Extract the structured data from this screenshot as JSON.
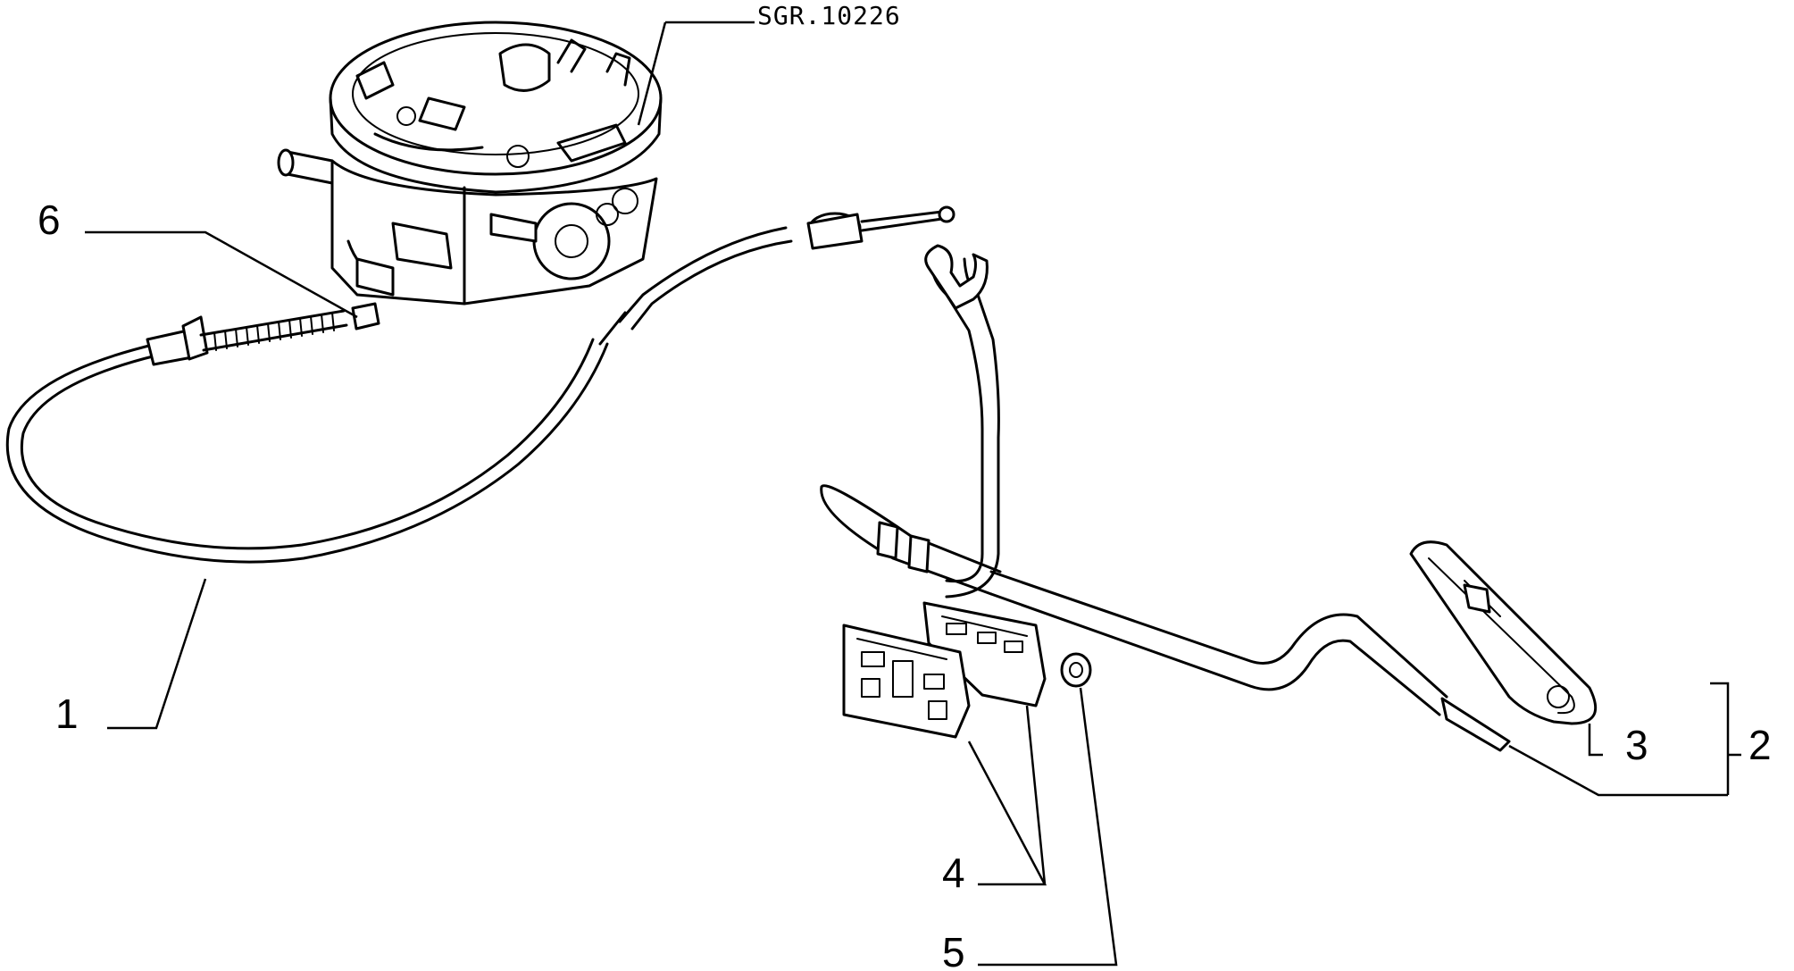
{
  "reference_code": "SGR.10226",
  "callouts": {
    "c1": "1",
    "c2": "2",
    "c3": "3",
    "c4": "4",
    "c5": "5",
    "c6": "6"
  }
}
